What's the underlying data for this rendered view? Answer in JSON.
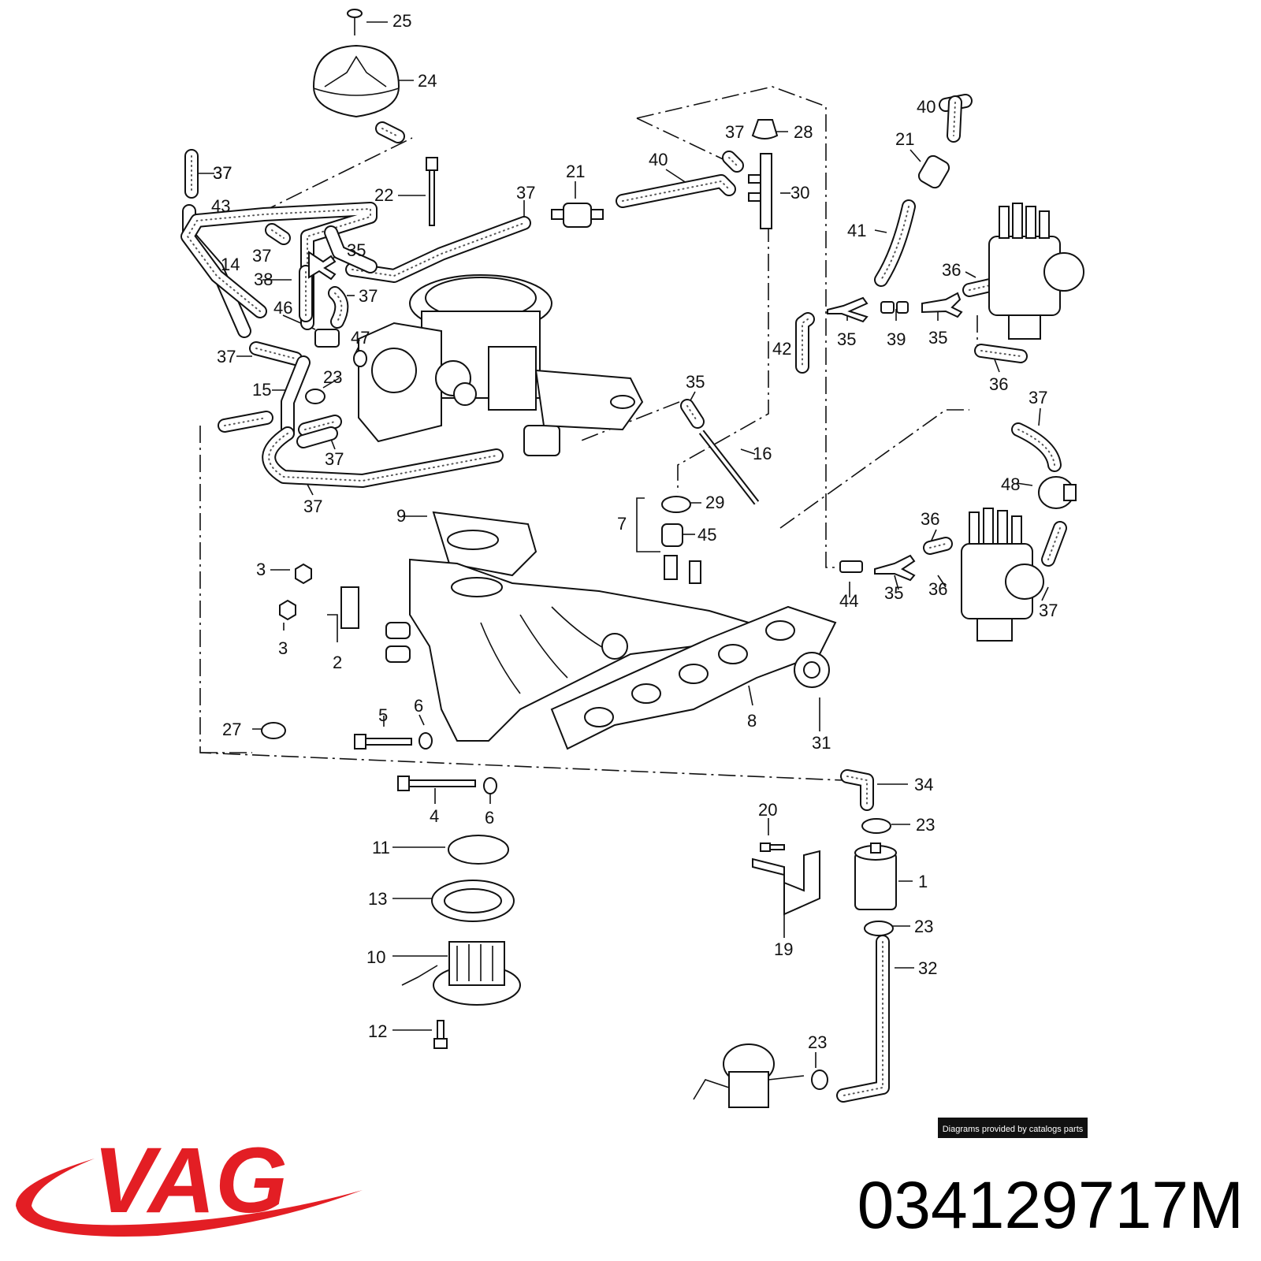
{
  "diagram": {
    "labels": [
      {
        "id": "25",
        "text": "25"
      },
      {
        "id": "24",
        "text": "24"
      },
      {
        "id": "37a",
        "text": "37"
      },
      {
        "id": "28",
        "text": "28"
      },
      {
        "id": "40a",
        "text": "40"
      },
      {
        "id": "37b",
        "text": "37"
      },
      {
        "id": "21a",
        "text": "21"
      },
      {
        "id": "40b",
        "text": "40"
      },
      {
        "id": "30",
        "text": "30"
      },
      {
        "id": "21b",
        "text": "21"
      },
      {
        "id": "37c",
        "text": "37"
      },
      {
        "id": "22",
        "text": "22"
      },
      {
        "id": "37d",
        "text": "37"
      },
      {
        "id": "43",
        "text": "43"
      },
      {
        "id": "14",
        "text": "14"
      },
      {
        "id": "37e",
        "text": "37"
      },
      {
        "id": "35a",
        "text": "35"
      },
      {
        "id": "38",
        "text": "38"
      },
      {
        "id": "37f",
        "text": "37"
      },
      {
        "id": "46",
        "text": "46"
      },
      {
        "id": "47",
        "text": "47"
      },
      {
        "id": "37g",
        "text": "37"
      },
      {
        "id": "23a",
        "text": "23"
      },
      {
        "id": "15",
        "text": "15"
      },
      {
        "id": "37h",
        "text": "37"
      },
      {
        "id": "37i",
        "text": "37"
      },
      {
        "id": "41",
        "text": "41"
      },
      {
        "id": "36a",
        "text": "36"
      },
      {
        "id": "35b",
        "text": "35"
      },
      {
        "id": "39",
        "text": "39"
      },
      {
        "id": "35c",
        "text": "35"
      },
      {
        "id": "42",
        "text": "42"
      },
      {
        "id": "36b",
        "text": "36"
      },
      {
        "id": "35d",
        "text": "35"
      },
      {
        "id": "16",
        "text": "16"
      },
      {
        "id": "37j",
        "text": "37"
      },
      {
        "id": "48",
        "text": "48"
      },
      {
        "id": "29",
        "text": "29"
      },
      {
        "id": "9",
        "text": "9"
      },
      {
        "id": "7",
        "text": "7"
      },
      {
        "id": "45",
        "text": "45"
      },
      {
        "id": "36c",
        "text": "36"
      },
      {
        "id": "3a",
        "text": "3"
      },
      {
        "id": "44",
        "text": "44"
      },
      {
        "id": "35e",
        "text": "35"
      },
      {
        "id": "36d",
        "text": "36"
      },
      {
        "id": "37k",
        "text": "37"
      },
      {
        "id": "3b",
        "text": "3"
      },
      {
        "id": "2",
        "text": "2"
      },
      {
        "id": "8",
        "text": "8"
      },
      {
        "id": "31",
        "text": "31"
      },
      {
        "id": "5",
        "text": "5"
      },
      {
        "id": "6a",
        "text": "6"
      },
      {
        "id": "27",
        "text": "27"
      },
      {
        "id": "34",
        "text": "34"
      },
      {
        "id": "4",
        "text": "4"
      },
      {
        "id": "6b",
        "text": "6"
      },
      {
        "id": "20",
        "text": "20"
      },
      {
        "id": "23b",
        "text": "23"
      },
      {
        "id": "11",
        "text": "11"
      },
      {
        "id": "1",
        "text": "1"
      },
      {
        "id": "13",
        "text": "13"
      },
      {
        "id": "23c",
        "text": "23"
      },
      {
        "id": "19",
        "text": "19"
      },
      {
        "id": "10",
        "text": "10"
      },
      {
        "id": "32",
        "text": "32"
      },
      {
        "id": "12",
        "text": "12"
      },
      {
        "id": "23d",
        "text": "23"
      }
    ]
  },
  "watermark": "Diagrams provided by catalogs parts",
  "brand": {
    "text": "VAG",
    "color": "#e31e24"
  },
  "part_number": "034129717M"
}
